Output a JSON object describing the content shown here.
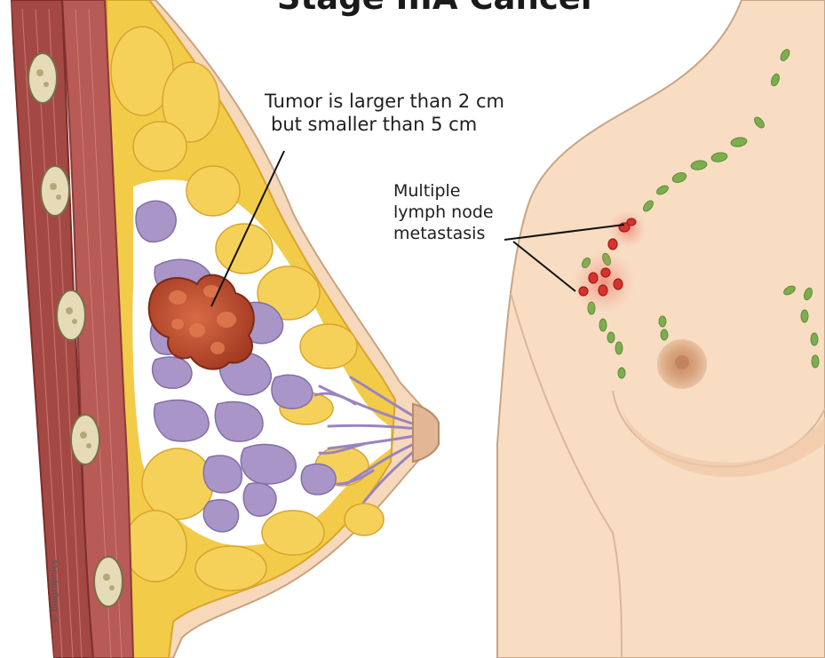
{
  "title": "Stage IIIA Cancer",
  "labels": {
    "tumor": [
      "Tumor is larger than 2 cm",
      "but smaller than 5 cm"
    ],
    "lymph": [
      "Multiple",
      "lymph node",
      "metastasis"
    ]
  },
  "credit": "© Biographics",
  "colors": {
    "skin": "#f7dcc1",
    "muscle": "#b85a55",
    "fat": "#f2cb49",
    "gland": "#a58fc0",
    "tumor": "#b3462b",
    "lymph_node": "#7cae4f",
    "metastasis": "#d7332e"
  }
}
